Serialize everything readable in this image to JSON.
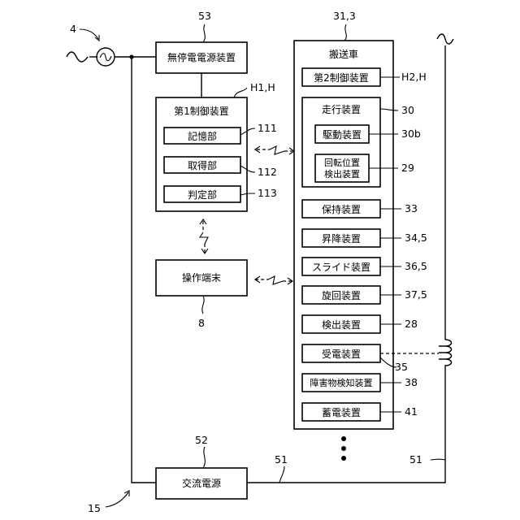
{
  "refs": {
    "r4": "4",
    "r53": "53",
    "r31_3": "31,3",
    "h1h": "H1,H",
    "r111": "111",
    "r112": "112",
    "r113": "113",
    "h2h": "H2,H",
    "r30": "30",
    "r30b": "30b",
    "r29": "29",
    "r33": "33",
    "r34_5": "34,5",
    "r36_5": "36,5",
    "r37_5": "37,5",
    "r28": "28",
    "r35": "35",
    "r38": "38",
    "r41": "41",
    "r8": "8",
    "r52": "52",
    "r51a": "51",
    "r51b": "51",
    "r15": "15"
  },
  "ups": {
    "label": "無停電電源装置"
  },
  "controller1": {
    "title": "第1制御装置",
    "storage": "記憶部",
    "acquisition": "取得部",
    "judgment": "判定部"
  },
  "terminal": {
    "label": "操作端末"
  },
  "ac_power": {
    "label": "交流電源"
  },
  "vehicle": {
    "title": "搬送車",
    "controller2": "第2制御装置",
    "travel": "走行装置",
    "drive": "駆動装置",
    "rotation_line1": "回転位置",
    "rotation_line2": "検出装置",
    "holding": "保持装置",
    "lifting": "昇降装置",
    "slide": "スライド装置",
    "swivel": "旋回装置",
    "detection": "検出装置",
    "receiving": "受電装置",
    "obstacle": "障害物検知装置",
    "storage_device": "蓄電装置"
  },
  "icons": {
    "ac_source": "ac-source-icon",
    "coil": "pickup-coil-icon",
    "wireless": "wireless-link-icon"
  }
}
